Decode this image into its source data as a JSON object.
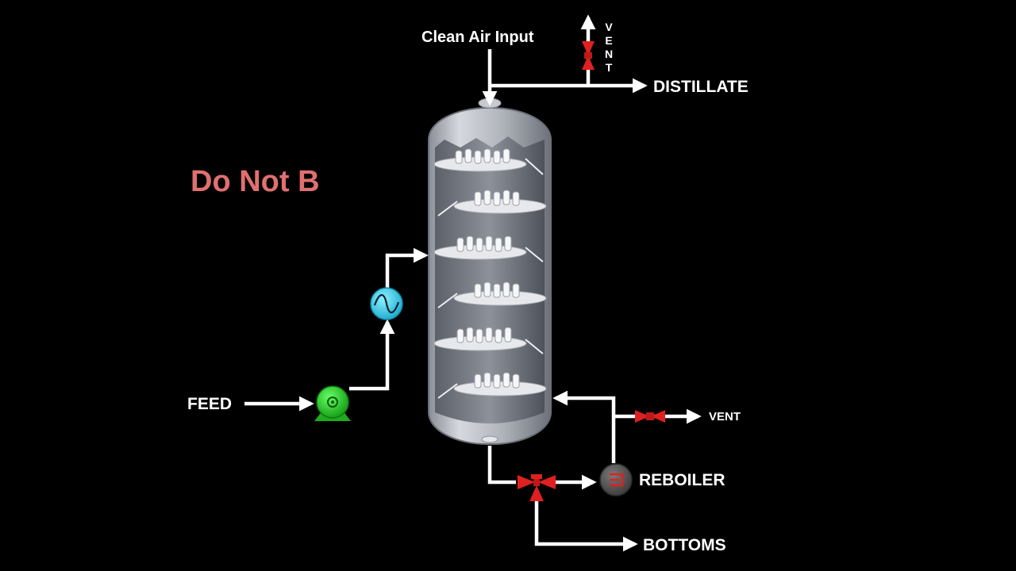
{
  "labels": {
    "clean_air_input": "Clean Air Input",
    "vent_top": "VENT",
    "distillate": "DISTILLATE",
    "warning": "Do Not B",
    "feed": "FEED",
    "vent_right": "VENT",
    "reboiler": "REBOILER",
    "bottoms": "BOTTOMS"
  },
  "colors": {
    "background": "#000000",
    "lines": "#ffffff",
    "valve": "#e02020",
    "pump": "#22cc22",
    "heat_exchanger": "#33ccee",
    "reboiler": "#555555",
    "warning_text": "#e07070",
    "column": "#b8bcc4"
  },
  "components": {
    "trays": 6,
    "icons": [
      "pump-icon",
      "heat-exchanger-icon",
      "valve-icon",
      "reboiler-icon",
      "distillation-column-icon"
    ]
  }
}
